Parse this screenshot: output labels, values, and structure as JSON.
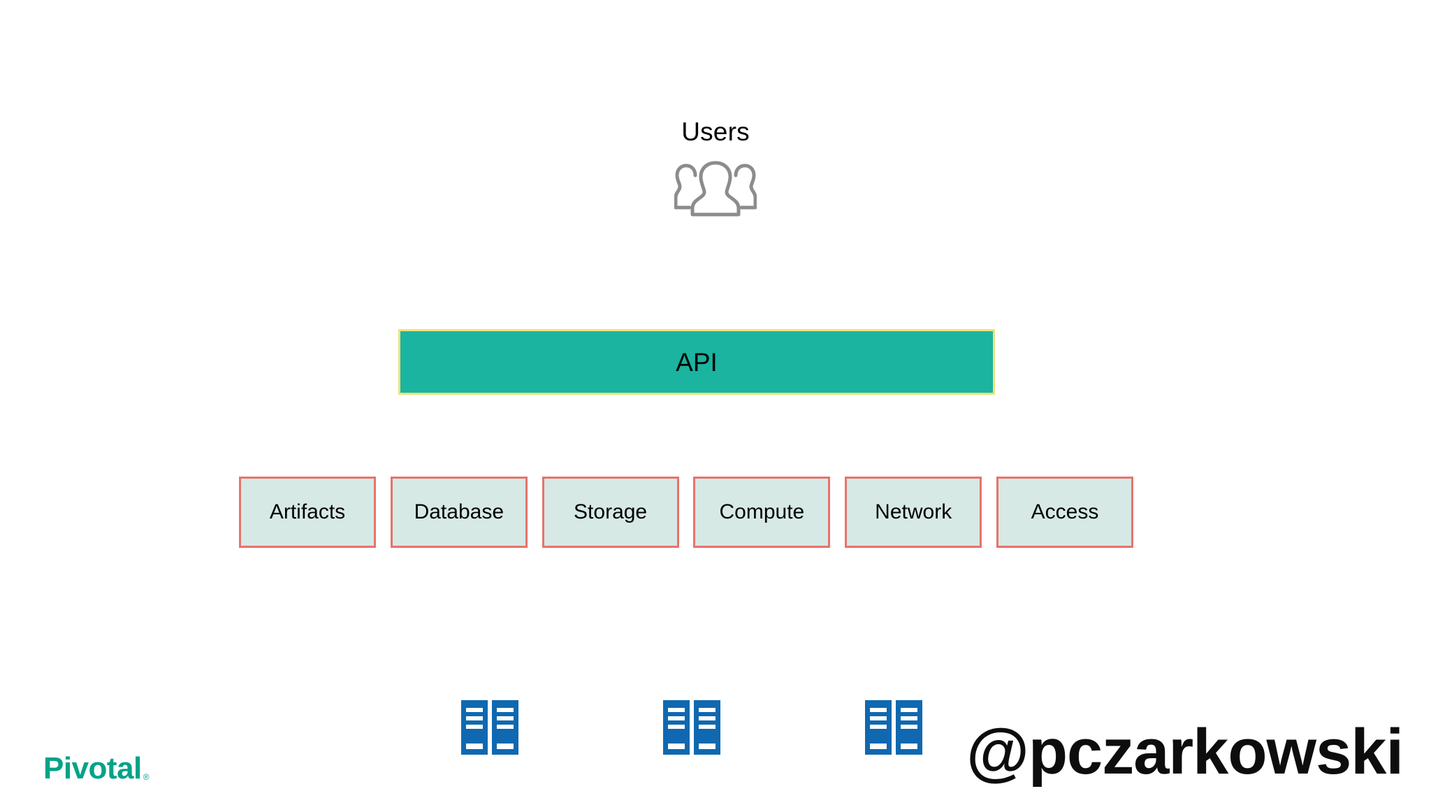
{
  "slide": {
    "background_color": "#FFFFFF",
    "users": {
      "label": "Users",
      "icon": "users-group-icon",
      "icon_color": "#8C8C8C"
    },
    "api": {
      "label": "API",
      "fill_color": "#1BB4A0",
      "border_color": "#EDE27C",
      "text_color": "#000000"
    },
    "services": {
      "fill_color": "#D6E9E5",
      "border_color": "#E8736C",
      "text_color": "#000000",
      "items": [
        {
          "label": "Artifacts"
        },
        {
          "label": "Database"
        },
        {
          "label": "Storage"
        },
        {
          "label": "Compute"
        },
        {
          "label": "Network"
        },
        {
          "label": "Access"
        }
      ]
    },
    "infrastructure": {
      "icon": "server-rack-icon",
      "color": "#0F68B0",
      "groups": [
        {
          "units": 2
        },
        {
          "units": 2
        },
        {
          "units": 2
        }
      ]
    },
    "footer": {
      "logo": {
        "wordmark": "Pivotal",
        "trademark": "®",
        "color": "#00A388"
      },
      "handle": "@pczarkowski"
    }
  }
}
